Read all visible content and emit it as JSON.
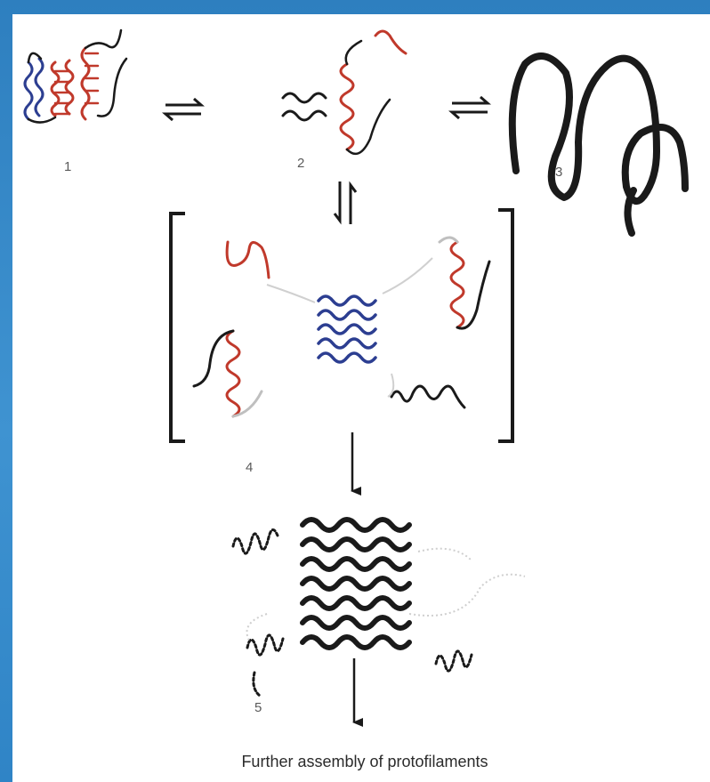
{
  "labels": {
    "step1": "1",
    "step2": "2",
    "step3": "3",
    "step4": "4",
    "step5": "5"
  },
  "caption": "Further assembly of protofilaments",
  "colors": {
    "frame": "#3a8fcf",
    "helix_red": "#c0392b",
    "strand_blue": "#2c3e91",
    "chain_black": "#1a1a1a",
    "faint_gray": "#bfbfbf"
  }
}
